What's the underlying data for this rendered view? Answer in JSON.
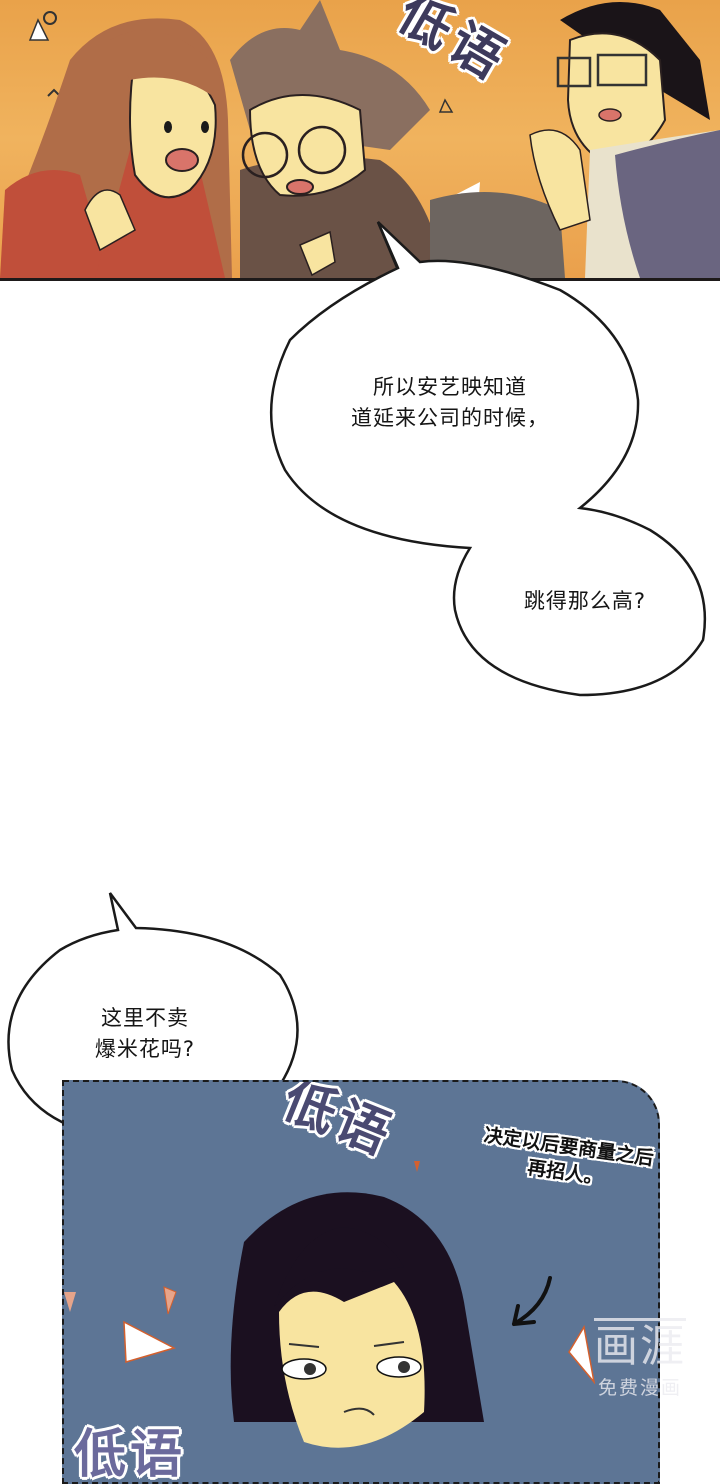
{
  "comic": {
    "panel_top": {
      "sfx": "低语",
      "background": "#eea653"
    },
    "bubbles": [
      {
        "id": "bubble-1",
        "lines": [
          "所以安艺映知道",
          "道延来公司的时候，"
        ]
      },
      {
        "id": "bubble-2",
        "lines": [
          "跳得那么高?"
        ]
      },
      {
        "id": "bubble-3",
        "lines": [
          "这里不卖",
          "爆米花吗?"
        ]
      }
    ],
    "panel_bottom": {
      "sfx_top": "低语",
      "sfx_bottom": "低语",
      "whisper_lines": [
        "决定以后要商量之后",
        "再招人。"
      ],
      "background": "#5d7595"
    },
    "watermark": {
      "brand": "画涯",
      "tagline": "免费漫画"
    }
  }
}
